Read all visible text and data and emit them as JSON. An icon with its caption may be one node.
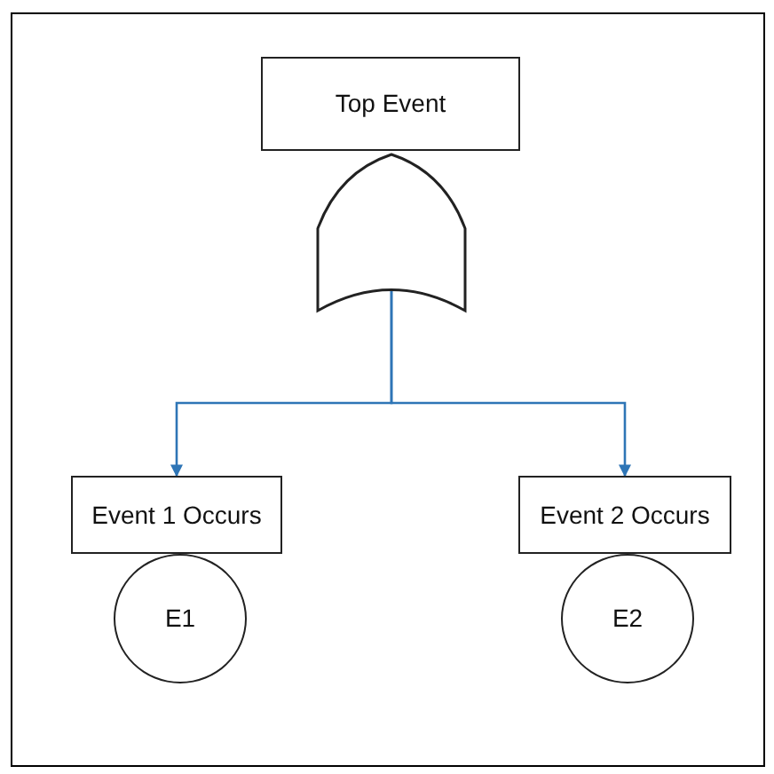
{
  "diagram": {
    "nodes": [
      {
        "text": [
          "Top Event"
        ]
      },
      {
        "text": [],
        "shape": "gate"
      },
      {
        "text": [
          "Event 1 Occurs"
        ]
      },
      {
        "text": [
          "Event 2 Occurs"
        ]
      },
      {
        "text": [
          "E1"
        ]
      },
      {
        "text": [
          "E2"
        ]
      }
    ],
    "edges": [
      {
        "from": 1,
        "to": 2,
        "arrow": "to"
      },
      {
        "from": 1,
        "to": 3,
        "arrow": "to"
      }
    ]
  }
}
